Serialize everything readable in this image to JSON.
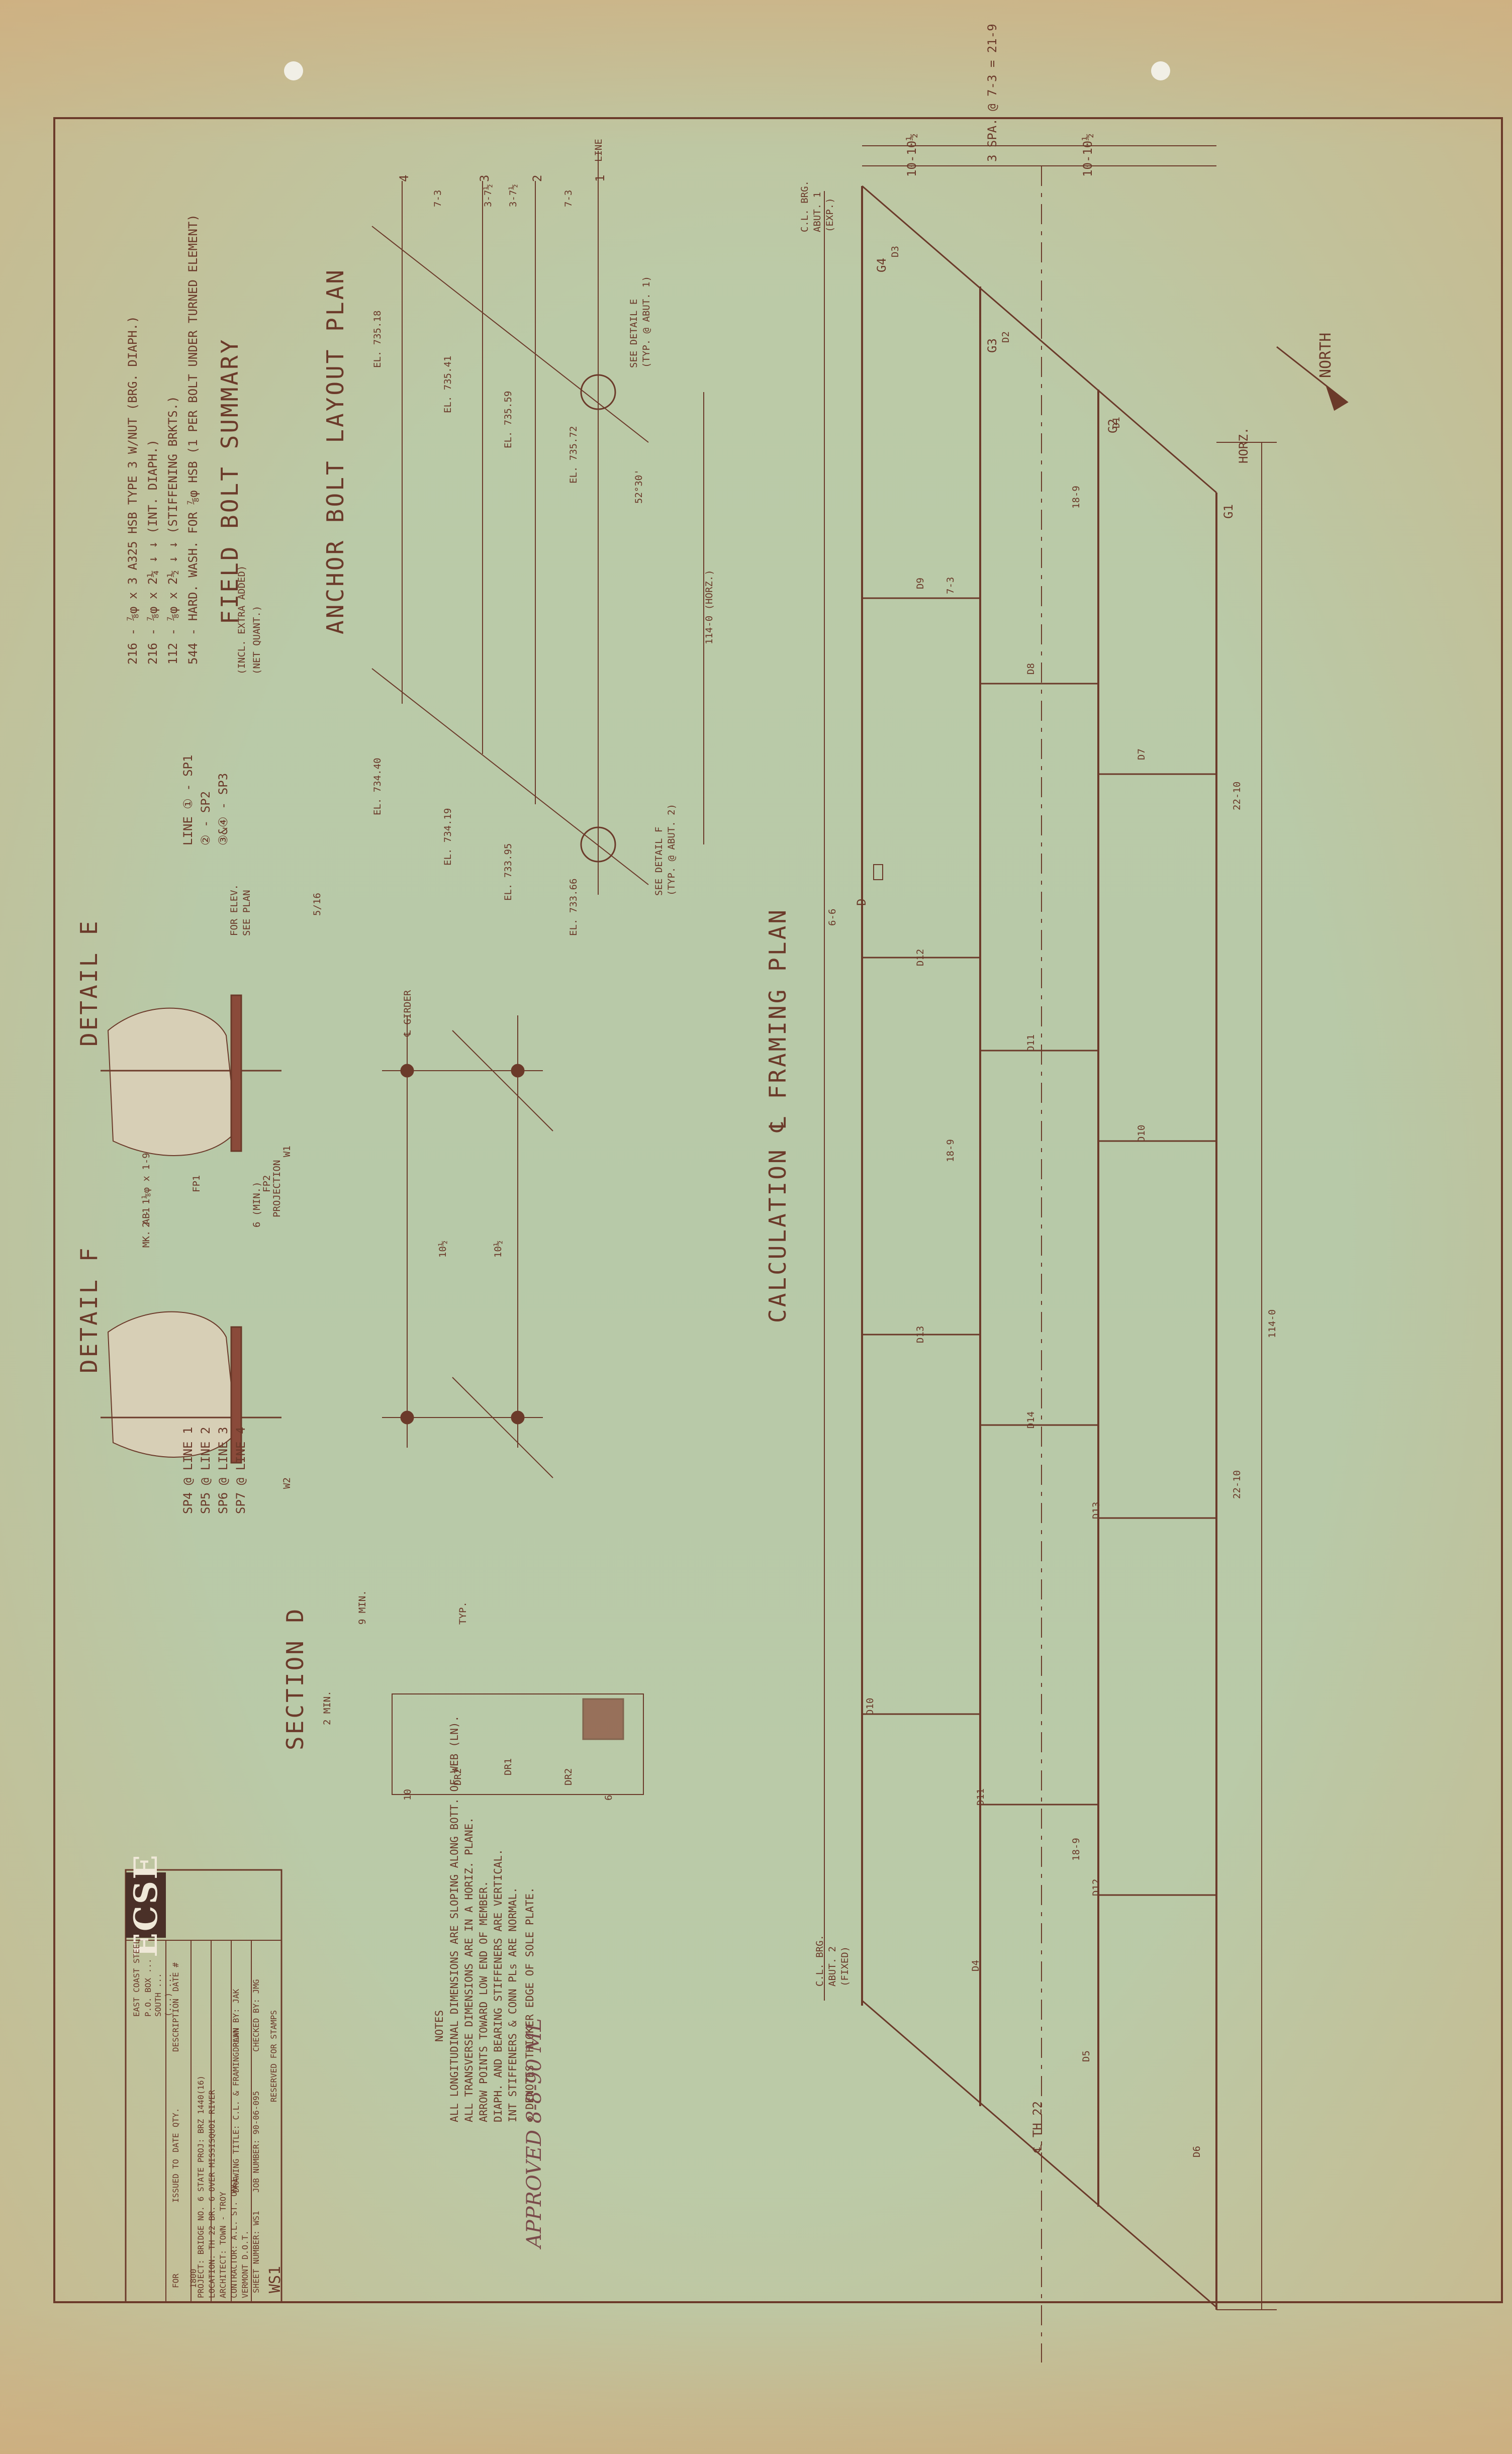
{
  "titles": {
    "calc_plan": "CALCULATION ℄ FRAMING PLAN",
    "anchor_plan": "ANCHOR BOLT LAYOUT PLAN",
    "field_bolt": "FIELD BOLT SUMMARY",
    "detail_e": "DETAIL E",
    "detail_f": "DETAIL F",
    "section_d": "SECTION D"
  },
  "framing": {
    "north": "NORTH",
    "horz": "HORZ.",
    "overall_dim": "3 SPA. @ 7-3 = 21-9",
    "half_dim_1": "10-10½",
    "half_dim_2": "10-10½",
    "abut1": [
      "C.L. BRG.",
      "ABUT. 1",
      "(EXP.)"
    ],
    "abut2": [
      "C.L. BRG.",
      "ABUT. 2",
      "(FIXED)"
    ],
    "th22": "℄ TH 22",
    "length_dim": "114-0",
    "section_mark": "D",
    "section_dim": "6-6",
    "girders": [
      "G1",
      "G2",
      "G3",
      "G4"
    ],
    "diaphragms": [
      "D1",
      "D2",
      "D3",
      "D4",
      "D5",
      "D6",
      "D7",
      "D8",
      "D9",
      "D10",
      "D11",
      "D12",
      "D13",
      "D14",
      "D10",
      "D11",
      "D12",
      "D13",
      "D12",
      "D11",
      "D10"
    ],
    "spacing": "7-3",
    "bay_dims": [
      "18-9",
      "22-10",
      "18-9",
      "22-10",
      "18-9"
    ]
  },
  "anchor": {
    "line_label": "LINE",
    "lines": [
      "1",
      "2",
      "3",
      "4"
    ],
    "spacings": [
      "7-3",
      "3-7½",
      "3-7½",
      "7-3"
    ],
    "elevations_left": [
      "EL. 735.72",
      "EL. 735.59",
      "EL. 735.41",
      "EL. 735.18"
    ],
    "elevations_right": [
      "EL. 733.66",
      "EL. 733.95",
      "EL. 734.19",
      "EL. 734.40"
    ],
    "see_detail_e": [
      "SEE DETAIL E",
      "(TYP. @ ABUT. 1)"
    ],
    "see_detail_f": [
      "SEE DETAIL F",
      "(TYP. @ ABUT. 2)"
    ],
    "angle": "52°30'",
    "horz_dim": "114-0 (HORZ.)"
  },
  "bolts": {
    "header_note": [
      "(INCL. EXTRA ADDED)",
      "(NET QUANT.)"
    ],
    "rows": [
      "216 - ⅞φ x 3  A325 HSB TYPE 3 W/NUT  (BRG. DIAPH.)",
      "216 - ⅞φ x 2¼    ↓          ↓     (INT. DIAPH.)",
      "112 - ⅞φ x 2½    ↓          ↓     (STIFFENING BRKTS.)",
      "544 - HARD. WASH. FOR ⅞φ HSB   (1 PER BOLT UNDER TURNED ELEMENT)"
    ]
  },
  "details": {
    "girder": "℄ GIRDER",
    "dim_10a": "10½",
    "dim_10b": "10½",
    "projection": "PROJECTION",
    "six_min": "6 (MIN.)",
    "see_plan": [
      "SEE PLAN",
      "FOR ELEV."
    ],
    "lines_sp": [
      "LINE ① - SP1",
      "② - SP2",
      "③&④ - SP3"
    ],
    "fp1": "FP1",
    "fp2": "FP2",
    "w1": "W1",
    "w2": "W2",
    "mk_ab": [
      "2 - 1⅛φ x 1-9",
      "MK. AB1"
    ],
    "sp_lines": [
      "SP4 @ LINE 1",
      "SP5 @ LINE 2",
      "SP6 @ LINE 3",
      "SP7 @ LINE 4"
    ],
    "weld": "5/16"
  },
  "section": {
    "min9": "9 MIN.",
    "min2": "2 MIN.",
    "dims": [
      "10",
      "6"
    ],
    "labels": [
      "DR2",
      "DR1",
      "DR2",
      "TYP."
    ]
  },
  "notes": {
    "heading": "NOTES",
    "lines": [
      "ALL LONGITUDINAL DIMENSIONS ARE SLOPING ALONG BOTT. OF WEB (LN).",
      "ALL TRANSVERSE DIMENSIONS ARE IN A HORIZ. PLANE.",
      "ARROW POINTS TOWARD LOW END OF MEMBER.",
      "DIAPH. AND BEARING STIFFENERS ARE VERTICAL.",
      "INT STIFFENERS & CONN PLs ARE NORMAL.",
      "⊗ DENOTES THICKER EDGE OF SOLE PLATE."
    ]
  },
  "title_block": {
    "logo": "ECSE",
    "company": "EAST COAST STEEL",
    "address": [
      "P.O. BOX ...",
      "SOUTH ...",
      "(...) ..."
    ],
    "rev_headers": [
      "DATE #",
      "DESCRIPTION",
      "QTY.",
      "DATE",
      "ISSUED TO",
      "FOR"
    ],
    "reserved": "RESERVED FOR STAMPS",
    "project": "PROJECT: BRIDGE NO. 6   STATE PROJ: BRZ 1440(16)",
    "location": "LOCATION: TH 22 BR. 6 OVER MISSISQUOI RIVER",
    "architect": "ARCHITECT: TOWN - TROY",
    "contractor": "CONTRACTOR: A.L. ST. ONGE",
    "owner": "VERMONT D.O.T.",
    "drawing_title": "DRAWING TITLE: C.L. & FRAMING PLAN",
    "drawn_by": "DRAWN BY: JAK",
    "checked_by": "CHECKED BY: JMG",
    "job_number": "JOB NUMBER: 90-06-095",
    "sheet_number": "SHEET NUMBER: WS1",
    "sheet": "WS1",
    "date_code": "1800"
  },
  "approved": "APPROVED 8-8-90 ML"
}
